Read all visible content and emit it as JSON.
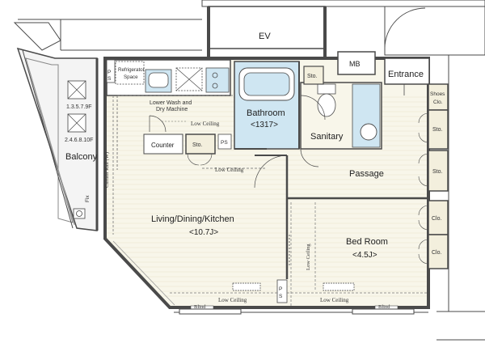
{
  "plan": {
    "colors": {
      "wall": "#4a4a4a",
      "floor": "#f8f6ea",
      "wet": "#cfe6f2",
      "storage": "#f3efdd",
      "outside": "#ffffff",
      "balcony": "#f2f2f2"
    },
    "labels": {
      "ev": "EV",
      "mb": "MB",
      "entrance": "Entrance",
      "shoes": "Shoes",
      "shoes_sub": "Clo.",
      "sto": "Sto.",
      "ps": "PS",
      "refrigerator_1": "Refrigerator",
      "refrigerator_2": "Space",
      "lower_wash_1": "Lower Wash and",
      "lower_wash_2": "Dry Machine",
      "low_ceiling": "Low Ceiling",
      "counter": "Counter",
      "bathroom": "Bathroom",
      "bathroom_size": "<1317>",
      "sanitary": "Sanitary",
      "passage": "Passage",
      "balcony": "Balcony",
      "vent_1": "1.3.5.7.9F",
      "vent_2": "2.4.6.8.10F",
      "fix": "Fix",
      "curtain_rail": "Curtain Rail (W)",
      "ldk": "Living/Dining/Kitchen",
      "ldk_size": "<10.7J>",
      "bedroom": "Bed Room",
      "bedroom_size": "<4.5J>",
      "clo": "Clo.",
      "blind": "Blind"
    }
  }
}
